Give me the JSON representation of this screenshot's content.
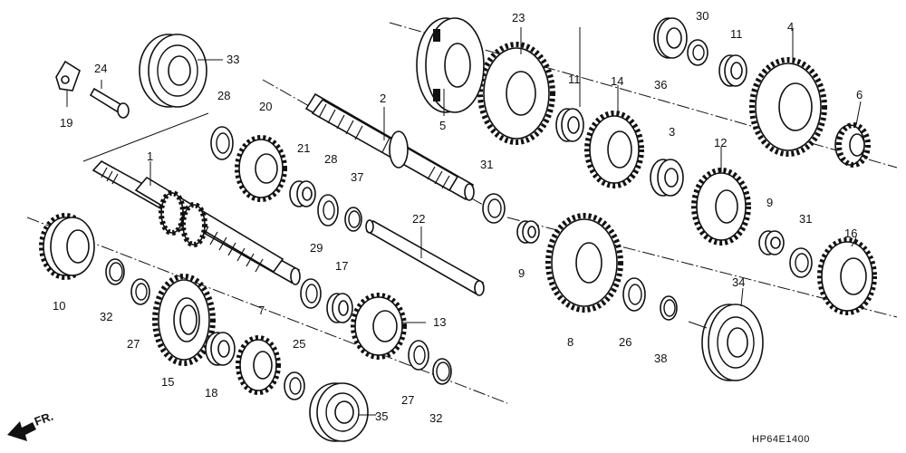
{
  "diagram_code": "HP64E1400",
  "direction_label": "FR.",
  "callouts": [
    "1",
    "2",
    "3",
    "4",
    "5",
    "6",
    "7",
    "8",
    "9",
    "9",
    "10",
    "11",
    "11",
    "12",
    "13",
    "14",
    "15",
    "16",
    "17",
    "18",
    "19",
    "20",
    "21",
    "22",
    "23",
    "24",
    "25",
    "26",
    "27",
    "27",
    "28",
    "28",
    "29",
    "30",
    "31",
    "31",
    "32",
    "32",
    "33",
    "34",
    "35",
    "36",
    "37",
    "38"
  ],
  "part_kinds": {
    "gear": "gear",
    "bearing": "ball-bearing",
    "needle": "needle-bearing",
    "washer": "washer",
    "clip": "circlip",
    "bushing": "bushing",
    "shaft": "shaft"
  }
}
